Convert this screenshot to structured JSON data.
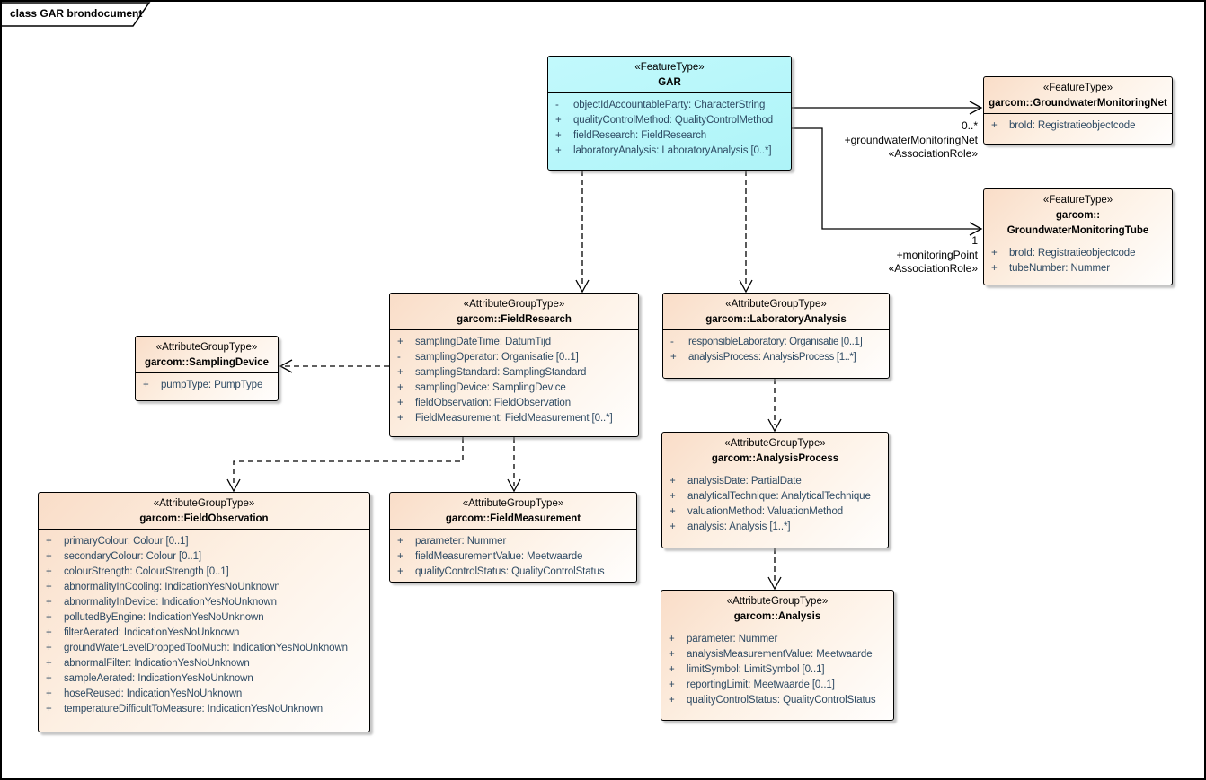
{
  "diagram": {
    "title": "class GAR brondocument"
  },
  "colors": {
    "feature_box_fill": "#b3f7fa",
    "group_box_fill": "#f9ddc8",
    "box_border": "#000000",
    "attribute_text": "#2e4a63",
    "label_text": "#000000"
  },
  "classes": [
    {
      "id": "gar",
      "stereotype": "«FeatureType»",
      "name_lines": [
        "GAR"
      ],
      "attributes": [
        {
          "vis": "-",
          "text": "objectIdAccountableParty: CharacterString"
        },
        {
          "vis": "+",
          "text": "qualityControlMethod: QualityControlMethod"
        },
        {
          "vis": "+",
          "text": "fieldResearch: FieldResearch"
        },
        {
          "vis": "+",
          "text": "laboratoryAnalysis: LaboratoryAnalysis [0..*]"
        }
      ]
    },
    {
      "id": "groundwatermonitoringnet",
      "stereotype": "«FeatureType»",
      "name_lines": [
        "garcom::GroundwaterMonitoringNet"
      ],
      "attributes": [
        {
          "vis": "+",
          "text": "broId: Registratieobjectcode"
        }
      ]
    },
    {
      "id": "groundwatermonitoringtube",
      "stereotype": "«FeatureType»",
      "name_lines": [
        "garcom::",
        "GroundwaterMonitoringTube"
      ],
      "attributes": [
        {
          "vis": "+",
          "text": "broId: Registratieobjectcode"
        },
        {
          "vis": "+",
          "text": "tubeNumber: Nummer"
        }
      ]
    },
    {
      "id": "fieldresearch",
      "stereotype": "«AttributeGroupType»",
      "name_lines": [
        "garcom::FieldResearch"
      ],
      "attributes": [
        {
          "vis": "+",
          "text": "samplingDateTime: DatumTijd"
        },
        {
          "vis": "-",
          "text": "samplingOperator: Organisatie [0..1]"
        },
        {
          "vis": "+",
          "text": "samplingStandard: SamplingStandard"
        },
        {
          "vis": "+",
          "text": "samplingDevice: SamplingDevice"
        },
        {
          "vis": "+",
          "text": "fieldObservation: FieldObservation"
        },
        {
          "vis": "+",
          "text": "FieldMeasurement: FieldMeasurement [0..*]"
        }
      ]
    },
    {
      "id": "laboratoryanalysis",
      "stereotype": "«AttributeGroupType»",
      "name_lines": [
        "garcom::LaboratoryAnalysis"
      ],
      "attributes": [
        {
          "vis": "-",
          "text": "responsibleLaboratory: Organisatie [0..1]"
        },
        {
          "vis": "+",
          "text": "analysisProcess: AnalysisProcess [1..*]"
        }
      ]
    },
    {
      "id": "samplingdevice",
      "stereotype": "«AttributeGroupType»",
      "name_lines": [
        "garcom::SamplingDevice"
      ],
      "attributes": [
        {
          "vis": "+",
          "text": "pumpType: PumpType"
        }
      ]
    },
    {
      "id": "fieldobservation",
      "stereotype": "«AttributeGroupType»",
      "name_lines": [
        "garcom::FieldObservation"
      ],
      "attributes": [
        {
          "vis": "+",
          "text": "primaryColour: Colour [0..1]"
        },
        {
          "vis": "+",
          "text": "secondaryColour: Colour [0..1]"
        },
        {
          "vis": "+",
          "text": "colourStrength: ColourStrength [0..1]"
        },
        {
          "vis": "+",
          "text": "abnormalityInCooling: IndicationYesNoUnknown"
        },
        {
          "vis": "+",
          "text": "abnormalityInDevice: IndicationYesNoUnknown"
        },
        {
          "vis": "+",
          "text": "pollutedByEngine: IndicationYesNoUnknown"
        },
        {
          "vis": "+",
          "text": "filterAerated: IndicationYesNoUnknown"
        },
        {
          "vis": "+",
          "text": "groundWaterLevelDroppedTooMuch: IndicationYesNoUnknown"
        },
        {
          "vis": "+",
          "text": "abnormalFilter: IndicationYesNoUnknown"
        },
        {
          "vis": "+",
          "text": "sampleAerated: IndicationYesNoUnknown"
        },
        {
          "vis": "+",
          "text": "hoseReused: IndicationYesNoUnknown"
        },
        {
          "vis": "+",
          "text": "temperatureDifficultToMeasure: IndicationYesNoUnknown"
        }
      ]
    },
    {
      "id": "fieldmeasurement",
      "stereotype": "«AttributeGroupType»",
      "name_lines": [
        "garcom::FieldMeasurement"
      ],
      "attributes": [
        {
          "vis": "+",
          "text": "parameter: Nummer"
        },
        {
          "vis": "+",
          "text": "fieldMeasurementValue: Meetwaarde"
        },
        {
          "vis": "+",
          "text": "qualityControlStatus: QualityControlStatus"
        }
      ]
    },
    {
      "id": "analysisprocess",
      "stereotype": "«AttributeGroupType»",
      "name_lines": [
        "garcom::AnalysisProcess"
      ],
      "attributes": [
        {
          "vis": "+",
          "text": "analysisDate: PartialDate"
        },
        {
          "vis": "+",
          "text": "analyticalTechnique: AnalyticalTechnique"
        },
        {
          "vis": "+",
          "text": "valuationMethod: ValuationMethod"
        },
        {
          "vis": "+",
          "text": "analysis: Analysis [1..*]"
        }
      ]
    },
    {
      "id": "analysis",
      "stereotype": "«AttributeGroupType»",
      "name_lines": [
        "garcom::Analysis"
      ],
      "attributes": [
        {
          "vis": "+",
          "text": "parameter: Nummer"
        },
        {
          "vis": "+",
          "text": "analysisMeasurementValue: Meetwaarde"
        },
        {
          "vis": "+",
          "text": "limitSymbol: LimitSymbol [0..1]"
        },
        {
          "vis": "+",
          "text": "reportingLimit: Meetwaarde [0..1]"
        },
        {
          "vis": "+",
          "text": "qualityControlStatus: QualityControlStatus"
        }
      ]
    }
  ],
  "connectors": [
    {
      "type": "association",
      "from": "GAR",
      "to": "garcom::GroundwaterMonitoringNet",
      "multiplicity": "0..*",
      "role": "+groundwaterMonitoringNet",
      "stereotype": "«AssociationRole»"
    },
    {
      "type": "association",
      "from": "GAR",
      "to": "garcom::GroundwaterMonitoringTube",
      "multiplicity": "1",
      "role": "+monitoringPoint",
      "stereotype": "«AssociationRole»"
    },
    {
      "type": "dependency",
      "from": "GAR",
      "to": "garcom::FieldResearch"
    },
    {
      "type": "dependency",
      "from": "GAR",
      "to": "garcom::LaboratoryAnalysis"
    },
    {
      "type": "dependency",
      "from": "garcom::FieldResearch",
      "to": "garcom::SamplingDevice"
    },
    {
      "type": "dependency",
      "from": "garcom::FieldResearch",
      "to": "garcom::FieldObservation"
    },
    {
      "type": "dependency",
      "from": "garcom::FieldResearch",
      "to": "garcom::FieldMeasurement"
    },
    {
      "type": "dependency",
      "from": "garcom::LaboratoryAnalysis",
      "to": "garcom::AnalysisProcess"
    },
    {
      "type": "dependency",
      "from": "garcom::AnalysisProcess",
      "to": "garcom::Analysis"
    }
  ]
}
